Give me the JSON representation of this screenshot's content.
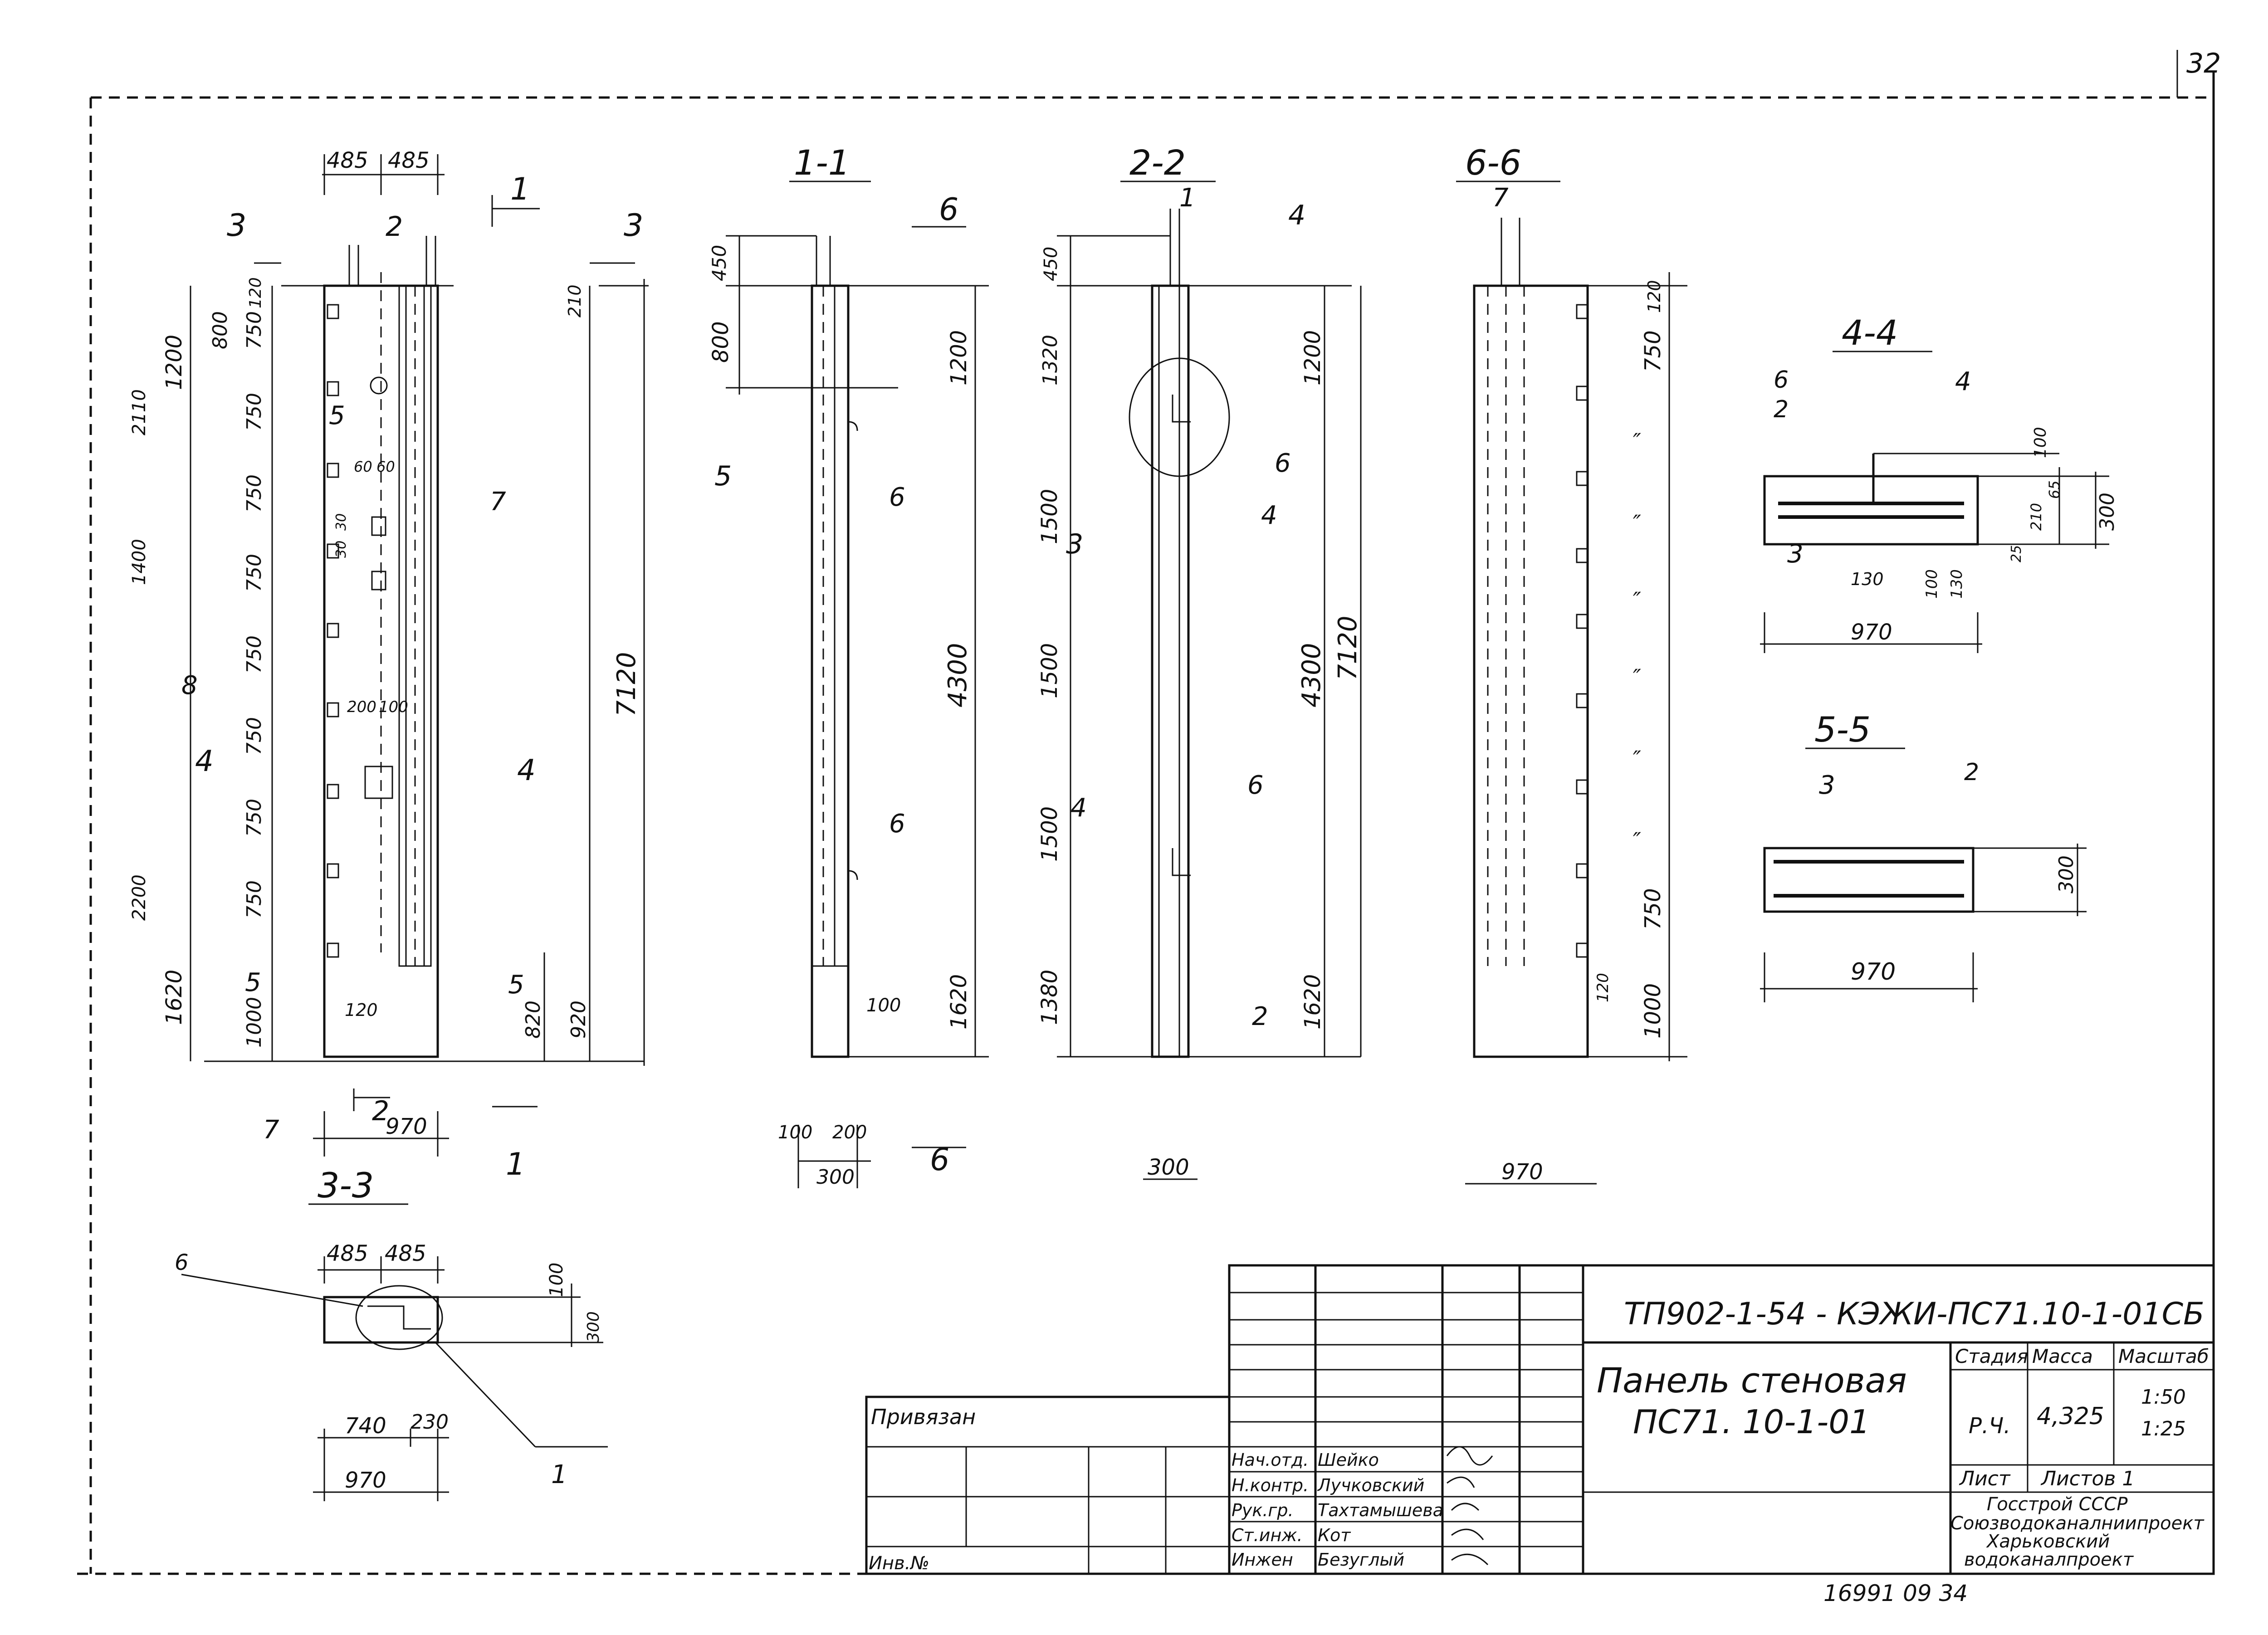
{
  "sheet": {
    "number": "32",
    "footer_numbers": "16991  09     34"
  },
  "sections": {
    "s11": "1-1",
    "s22": "2-2",
    "s66": "6-6",
    "s44": "4-4",
    "s55": "5-5",
    "s33": "3-3"
  },
  "markers": {
    "m1": "1",
    "m2": "2",
    "m3": "3",
    "m4": "4",
    "m5": "5",
    "m6": "6",
    "m7": "7",
    "m8": "8"
  },
  "elevation": {
    "top_widths": [
      "485",
      "485"
    ],
    "left_dims": [
      "800",
      "750",
      "120",
      "750",
      "750",
      "750",
      "750",
      "750",
      "750",
      "750",
      "1000"
    ],
    "left_outer": [
      "1200",
      "2110",
      "1400",
      "2200",
      "1620"
    ],
    "right_dims": [
      "210",
      "7120",
      "920",
      "820"
    ],
    "small": [
      "60",
      "60",
      "30",
      "30",
      "200",
      "100",
      "120"
    ],
    "bottom": [
      "970"
    ]
  },
  "sec11": {
    "left": [
      "450",
      "800"
    ],
    "right": [
      "1200",
      "4300",
      "1620"
    ],
    "bottom": [
      "100",
      "200",
      "300",
      "100"
    ]
  },
  "sec22": {
    "left": [
      "450",
      "1320",
      "1500",
      "1500",
      "1500",
      "1380"
    ],
    "right": [
      "1200",
      "4300",
      "7120",
      "1620"
    ],
    "bottom": [
      "300"
    ]
  },
  "sec66": {
    "right": [
      "120",
      "750",
      "″",
      "″",
      "″",
      "″",
      "″",
      "″",
      "750",
      "1000",
      "120"
    ],
    "bottom": [
      "970"
    ]
  },
  "sec44": {
    "dims": [
      "100",
      "65",
      "210",
      "25",
      "300",
      "130",
      "100",
      "130",
      "970"
    ]
  },
  "sec55": {
    "dims": [
      "300",
      "970"
    ]
  },
  "sec33": {
    "dims": [
      "485",
      "485",
      "100",
      "300",
      "740",
      "230",
      "970"
    ]
  },
  "title_block": {
    "code": "ТП902-1-54 - КЭЖИ-ПС71.10-1-01СБ",
    "name_line1": "Панель стеновая",
    "name_line2": "ПС71. 10-1-01",
    "stage_header": "Стадия",
    "mass_header": "Масса",
    "scale_header": "Масштаб",
    "stage": "Р.Ч.",
    "mass": "4,325",
    "scale1": "1:50",
    "scale2": "1:25",
    "sheet_label": "Лист",
    "sheets_label": "Листов 1",
    "org1": "Госстрой СССР",
    "org2": "Союзводоканалниипроект",
    "org3": "Харьковский",
    "org4": "водоканалпроект",
    "privyazan": "Привязан",
    "inv": "Инв.№",
    "roles": [
      "Нач.отд.",
      "Н.контр.",
      "Рук.гр.",
      "Ст.инж.",
      "Инжен"
    ],
    "names": [
      "Шейко",
      "Лучковский",
      "Тахтамышева",
      "Кот",
      "Безуглый"
    ]
  }
}
